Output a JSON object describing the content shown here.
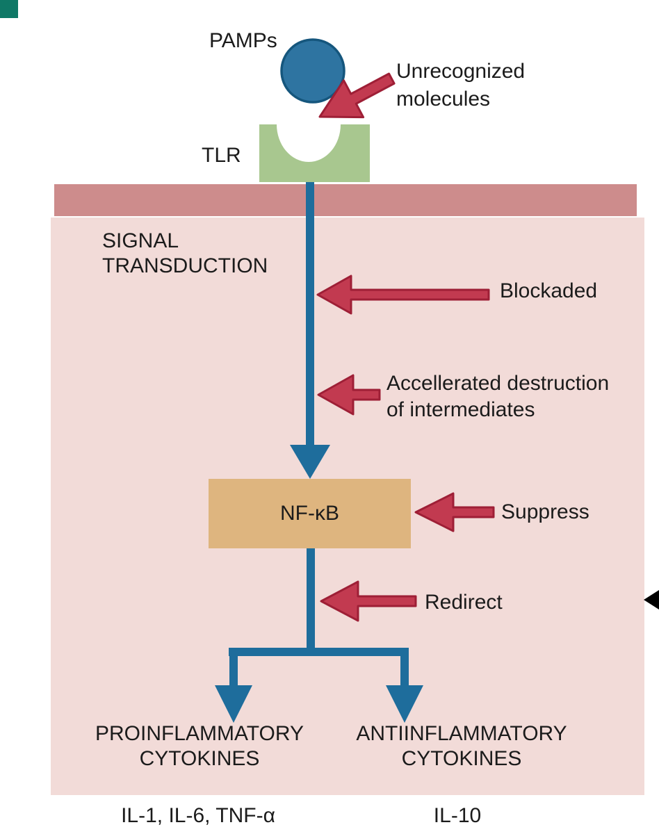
{
  "title": "TLR signal transduction blockade diagram",
  "colors": {
    "text": "#1b1b1b",
    "membrane": "#cd8c8c",
    "cell": "#f2dbd8",
    "receptor_green": "#a8c78f",
    "blue": "#1e6d9c",
    "blue_dark": "#15567d",
    "pathogen_fill": "#2e74a1",
    "red": "#c23a50",
    "red_dark": "#9e1f36",
    "nfkb_box": "#deb57f",
    "pointer_black": "#000000",
    "corner_marker": "#0f7866"
  },
  "labels": {
    "pamps": "PAMPs",
    "unrecognized": "Unrecognized\nmolecules",
    "tlr": "TLR",
    "signal_transduction": "SIGNAL\nTRANSDUCTION",
    "blockaded": "Blockaded",
    "accelerated": "Accellerated destruction\nof intermediates",
    "nfkb": "NF-κB",
    "suppress": "Suppress",
    "redirect": "Redirect",
    "proinflammatory": "PROINFLAMMATORY\nCYTOKINES",
    "antiinflammatory": "ANTIINFLAMMATORY\nCYTOKINES",
    "proinflammatory_examples": "IL-1, IL-6, TNF-α",
    "antiinflammatory_examples": "IL-10"
  }
}
